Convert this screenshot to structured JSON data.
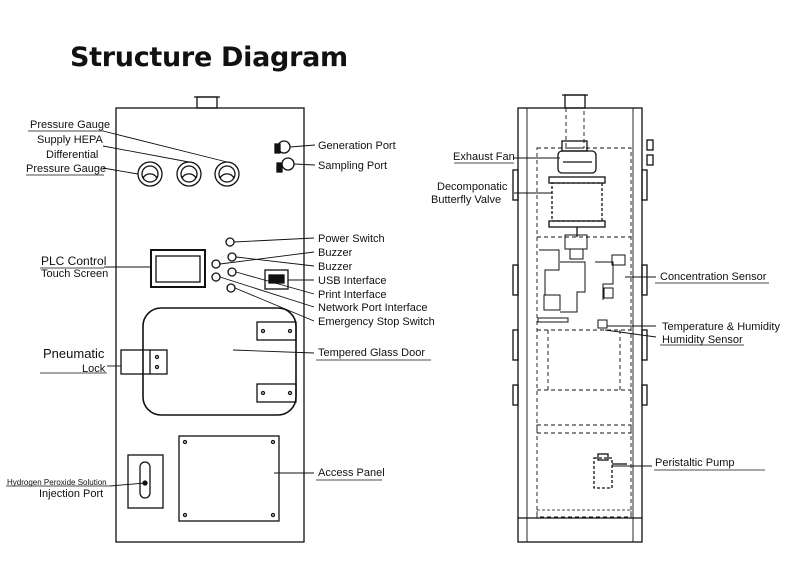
{
  "title": "Structure Diagram",
  "front_view": {
    "left_labels": {
      "pressure_gauge": "Pressure Gauge",
      "supply_hepa": "Supply HEPA",
      "differential": "Differential",
      "differential_pressure_gauge": "Pressure Gauge",
      "plc_control": "PLC Control",
      "touch_screen": "Touch Screen",
      "pneumatic": "Pneumatic",
      "lock": "Lock",
      "hydrogen_solution": "Hydrogen Peroxide Solution",
      "injection_port": "Injection Port"
    },
    "right_labels": {
      "generation_port": "Generation Port",
      "sampling_port": "Sampling Port",
      "power_switch": "Power Switch",
      "buzzer_1": "Buzzer",
      "buzzer_2": "Buzzer",
      "usb_interface": "USB Interface",
      "print_interface": "Print Interface",
      "network_port_interface": "Network Port Interface",
      "emergency_stop_switch": "Emergency Stop Switch",
      "tempered_glass_door": "Tempered Glass Door",
      "access_panel": "Access Panel"
    }
  },
  "side_view": {
    "left_labels": {
      "exhaust_fan": "Exhaust Fan",
      "decomponatic": "Decomponatic",
      "butterfly_valve": "Butterfly Valve"
    },
    "right_labels": {
      "concentration_sensor": "Concentration Sensor",
      "temperature_humidity": "Temperature & Humidity",
      "humidity_sensor": "Humidity Sensor",
      "peristaltic_pump": "Peristaltic Pump"
    }
  }
}
